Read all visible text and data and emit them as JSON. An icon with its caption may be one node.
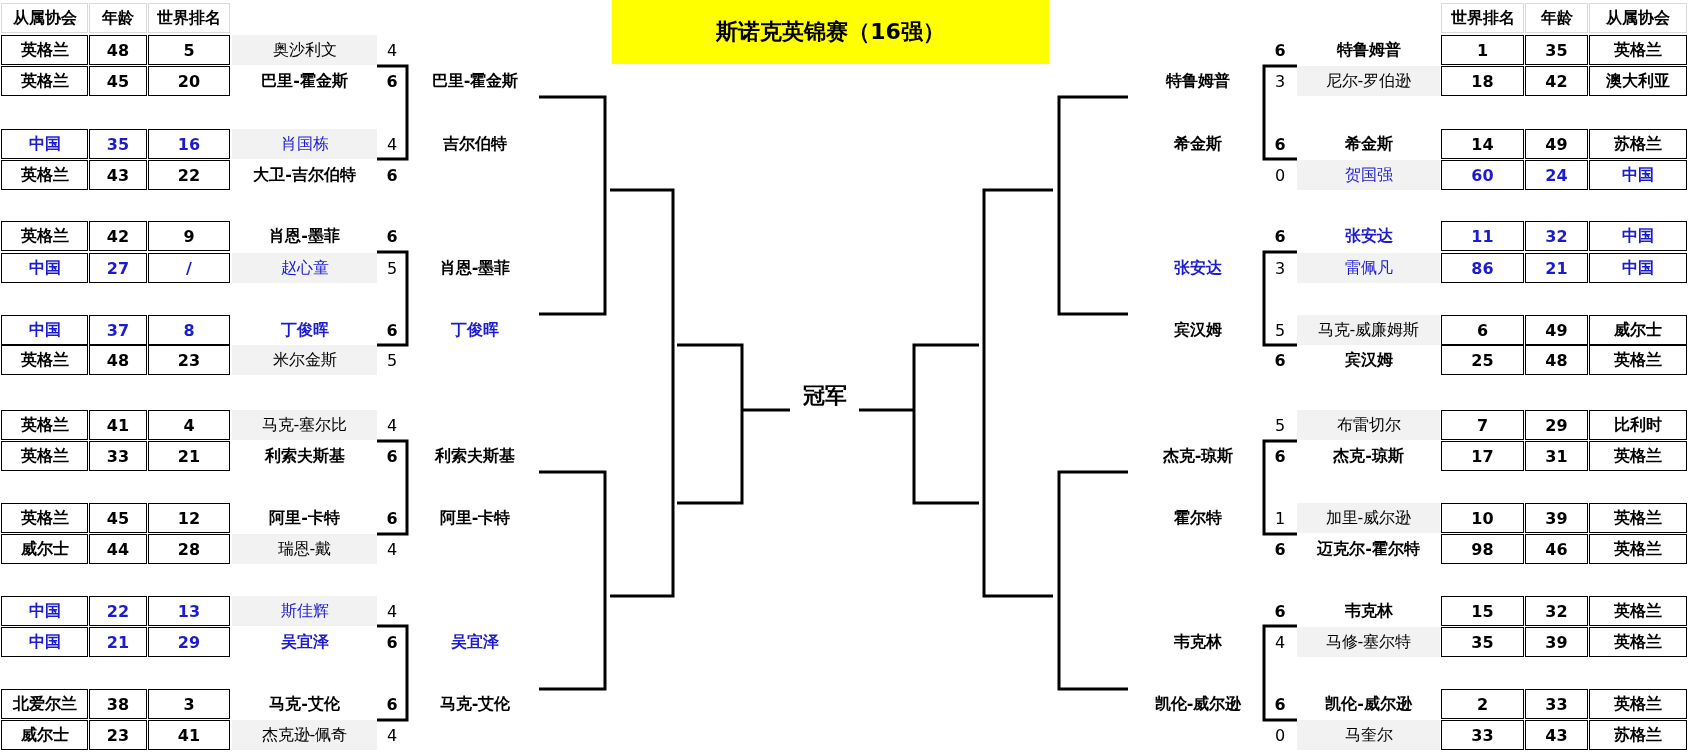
{
  "diagram": {
    "title": "斯诺克英锦赛（16强）",
    "labels": [
      "从属协会",
      "年龄",
      "世界排名",
      "世界排名",
      "年龄",
      "从属协会",
      "英格兰",
      "48",
      "5",
      "奥沙利文",
      "4",
      "6",
      "特鲁姆普",
      "1",
      "35",
      "英格兰",
      "英格兰",
      "45",
      "20",
      "巴里-霍金斯",
      "6",
      "巴里-霍金斯",
      "特鲁姆普",
      "3",
      "尼尔-罗伯逊",
      "18",
      "42",
      "澳大利亚",
      "中国",
      "35",
      "16",
      "肖国栋",
      "4",
      "吉尔伯特",
      "希金斯",
      "6",
      "希金斯",
      "14",
      "49",
      "苏格兰",
      "英格兰",
      "43",
      "22",
      "大卫-吉尔伯特",
      "6",
      "0",
      "贺国强",
      "60",
      "24",
      "中国",
      "英格兰",
      "42",
      "9",
      "肖恩-墨菲",
      "6",
      "6",
      "张安达",
      "11",
      "32",
      "中国",
      "中国",
      "27",
      "/",
      "赵心童",
      "5",
      "肖恩-墨菲",
      "张安达",
      "3",
      "雷佩凡",
      "86",
      "21",
      "中国",
      "中国",
      "37",
      "8",
      "丁俊晖",
      "6",
      "丁俊晖",
      "宾汉姆",
      "5",
      "马克-威廉姆斯",
      "6",
      "49",
      "威尔士",
      "英格兰",
      "48",
      "23",
      "米尔金斯",
      "5",
      "6",
      "宾汉姆",
      "25",
      "48",
      "英格兰",
      "冠军",
      "英格兰",
      "41",
      "4",
      "马克-塞尔比",
      "4",
      "5",
      "布雷切尔",
      "7",
      "29",
      "比利时",
      "英格兰",
      "33",
      "21",
      "利索夫斯基",
      "6",
      "利索夫斯基",
      "杰克-琼斯",
      "6",
      "杰克-琼斯",
      "17",
      "31",
      "英格兰",
      "英格兰",
      "45",
      "12",
      "阿里-卡特",
      "6",
      "阿里-卡特",
      "霍尔特",
      "1",
      "加里-威尔逊",
      "10",
      "39",
      "英格兰",
      "威尔士",
      "44",
      "28",
      "瑞恩-戴",
      "4",
      "6",
      "迈克尔-霍尔特",
      "98",
      "46",
      "英格兰",
      "中国",
      "22",
      "13",
      "斯佳辉",
      "4",
      "6",
      "韦克林",
      "15",
      "32",
      "英格兰",
      "中国",
      "21",
      "29",
      "吴宜泽",
      "6",
      "吴宜泽",
      "韦克林",
      "4",
      "马修-塞尔特",
      "35",
      "39",
      "英格兰",
      "北爱尔兰",
      "38",
      "3",
      "马克-艾伦",
      "6",
      "马克-艾伦",
      "凯伦-威尔逊",
      "6",
      "凯伦-威尔逊",
      "2",
      "33",
      "英格兰",
      "威尔士",
      "23",
      "41",
      "杰克逊-佩奇",
      "4",
      "0",
      "马奎尔",
      "33",
      "43",
      "苏格兰"
    ]
  }
}
